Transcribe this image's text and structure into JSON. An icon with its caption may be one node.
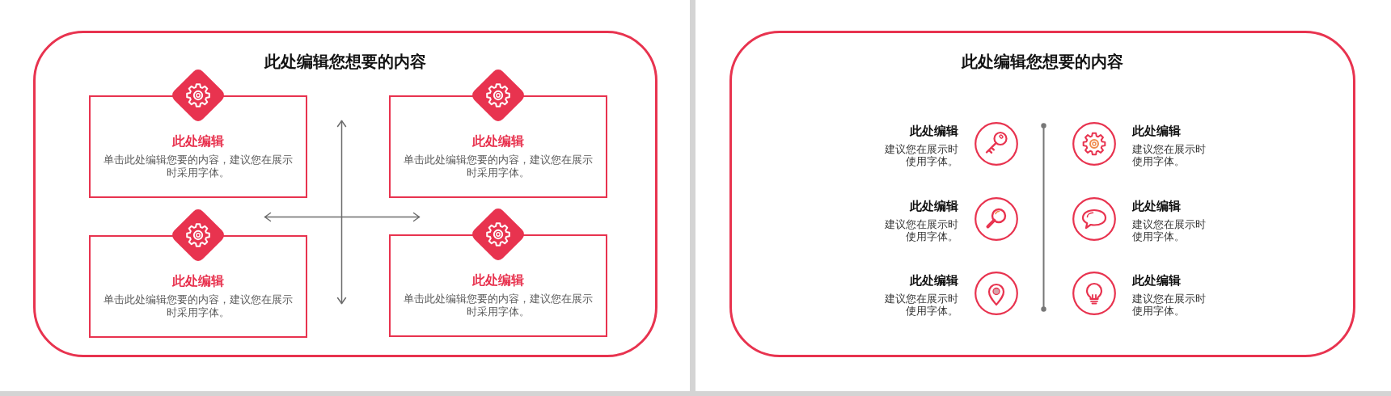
{
  "diagram": {
    "nodes": [
      {
        "text": [
          "此处编辑您想要的内容"
        ]
      },
      {
        "text": [
          "此处编辑",
          "单击此处编辑您要的内容，建议您在展示时采用字体。"
        ],
        "in": 0
      },
      {
        "text": [
          "此处编辑",
          "单击此处编辑您要的内容，建议您在展示时采用字体。"
        ],
        "in": 0
      },
      {
        "text": [
          "此处编辑",
          "单击此处编辑您要的内容，建议您在展示时采用字体。"
        ],
        "in": 0
      },
      {
        "text": [
          "此处编辑",
          "单击此处编辑您要的内容，建议您在展示时采用字体。"
        ],
        "in": 0
      },
      {
        "text": [
          "此处编辑您想要的内容"
        ]
      }
    ],
    "labels": [
      "此处编辑",
      "建议您在展示时使用字体。",
      "此处编辑",
      "建议您在展示时使用字体。",
      "此处编辑",
      "建议您在展示时使用字体。",
      "此处编辑",
      "建议您在展示时使用字体。",
      "此处编辑",
      "建议您在展示时使用字体。",
      "此处编辑",
      "建议您在展示时使用字体。"
    ]
  }
}
